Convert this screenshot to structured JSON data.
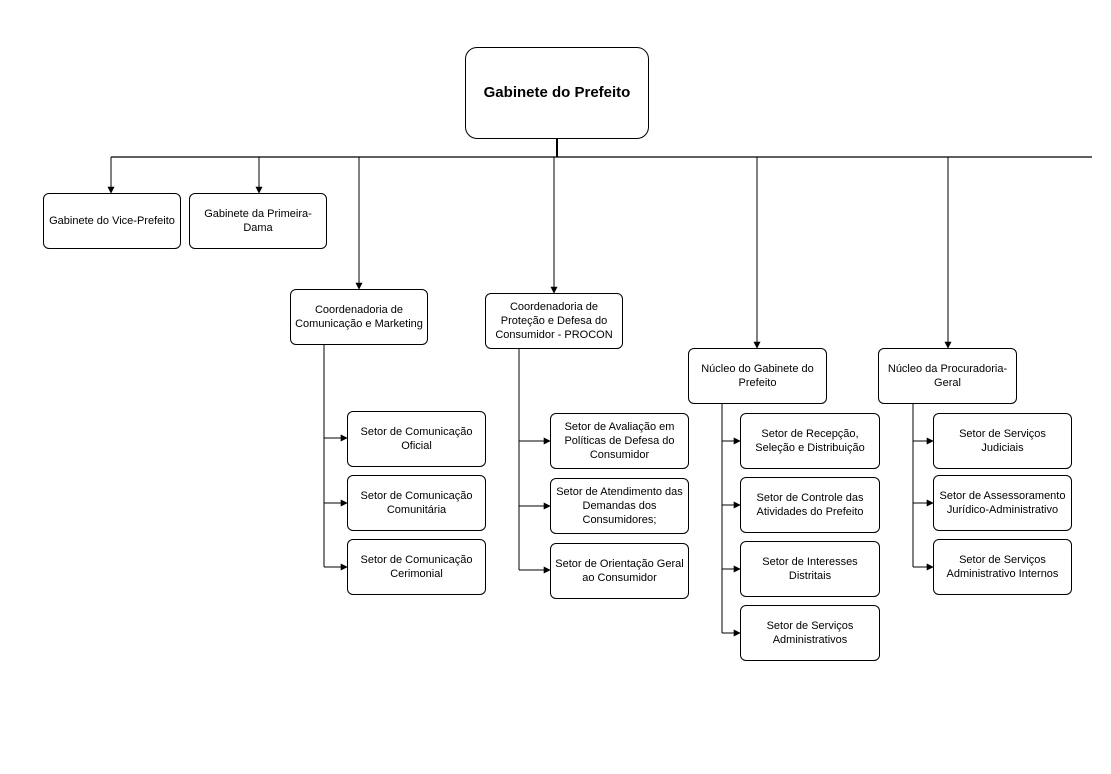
{
  "chart": {
    "root": "Gabinete do Prefeito",
    "top_units": {
      "vice": "Gabinete do Vice-Prefeito",
      "primeira_dama": "Gabinete da Primeira-Dama"
    },
    "branches": [
      {
        "title": "Coordenadoria de Comunicação e Marketing",
        "children": [
          "Setor de Comunicação Oficial",
          "Setor de Comunicação Comunitária",
          "Setor de Comunicação Cerimonial"
        ]
      },
      {
        "title": "Coordenadoria de Proteção e Defesa do Consumidor - PROCON",
        "children": [
          "Setor de Avaliação em Políticas de Defesa do Consumidor",
          "Setor de Atendimento das Demandas dos Consumidores;",
          "Setor de Orientação Geral ao Consumidor"
        ]
      },
      {
        "title": "Núcleo do Gabinete do Prefeito",
        "children": [
          "Setor de Recepção, Seleção e Distribuição",
          "Setor de Controle das Atividades do Prefeito",
          "Setor de Interesses Distritais",
          "Setor de Serviços Administrativos"
        ]
      },
      {
        "title": "Núcleo da Procuradoria-Geral",
        "children": [
          "Setor de Serviços Judiciais",
          "Setor de Assessoramento Jurídico-Administrativo",
          "Setor de Serviços Administrativo Internos"
        ]
      }
    ]
  }
}
